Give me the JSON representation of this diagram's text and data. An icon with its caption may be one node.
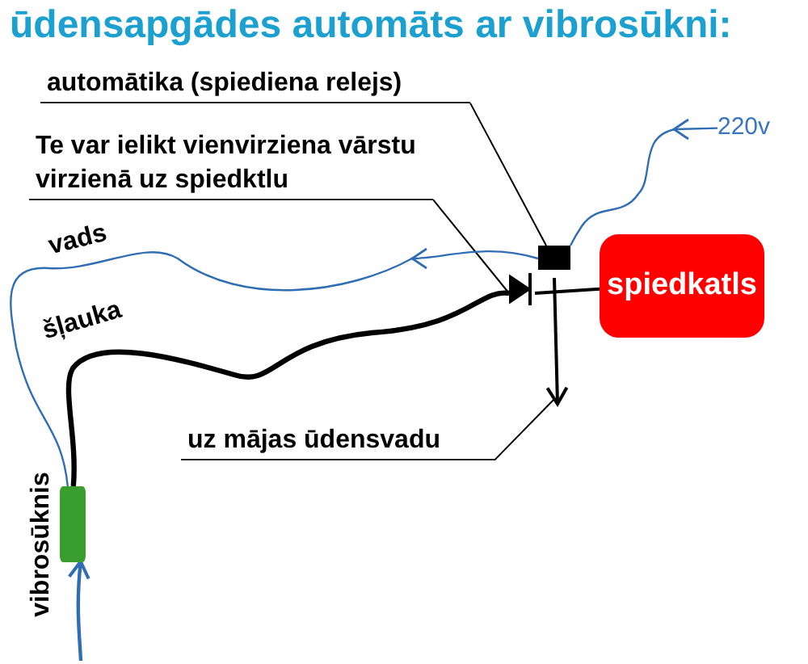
{
  "diagram": {
    "title": "ūdensapgādes automāts ar vibrosūkni:",
    "nodes": [
      {
        "text": [
          "automātika (spiediena relejs)"
        ]
      },
      {
        "text": [],
        "shape": "box"
      },
      {
        "text": [
          "Te var ielikt vienvirziena vārstu virzienā uz spiedktlu"
        ]
      },
      {
        "text": [],
        "shape": "triangle"
      },
      {
        "text": [
          "spiedkatls"
        ]
      },
      {
        "text": [],
        "shape": "cylinder",
        "beside": [
          "vibrosūknis"
        ]
      },
      {
        "text": [
          "220v"
        ]
      },
      {
        "text": [
          "uz mājas ūdensvadu"
        ]
      }
    ],
    "edges": [
      {
        "from": 0,
        "to": 1,
        "arrow": "none"
      },
      {
        "from": 2,
        "to": 3,
        "arrow": "none"
      },
      {
        "from": 6,
        "to": 1,
        "arrow": "to",
        "color": "#2f6db5"
      },
      {
        "from": 1,
        "to": 5,
        "arrow": "to",
        "label": "vads",
        "color": "#2f6db5"
      },
      {
        "from": 5,
        "to": 3,
        "arrow": "none",
        "label": "šļauka",
        "style": "thick"
      },
      {
        "from": 3,
        "to": 4,
        "arrow": "none"
      },
      {
        "from": 1,
        "to": null,
        "arrow": "to"
      },
      {
        "from": 7,
        "to": null,
        "arrow": "none"
      },
      {
        "from": null,
        "to": 5,
        "arrow": "to",
        "color": "#2f6db5"
      }
    ]
  }
}
